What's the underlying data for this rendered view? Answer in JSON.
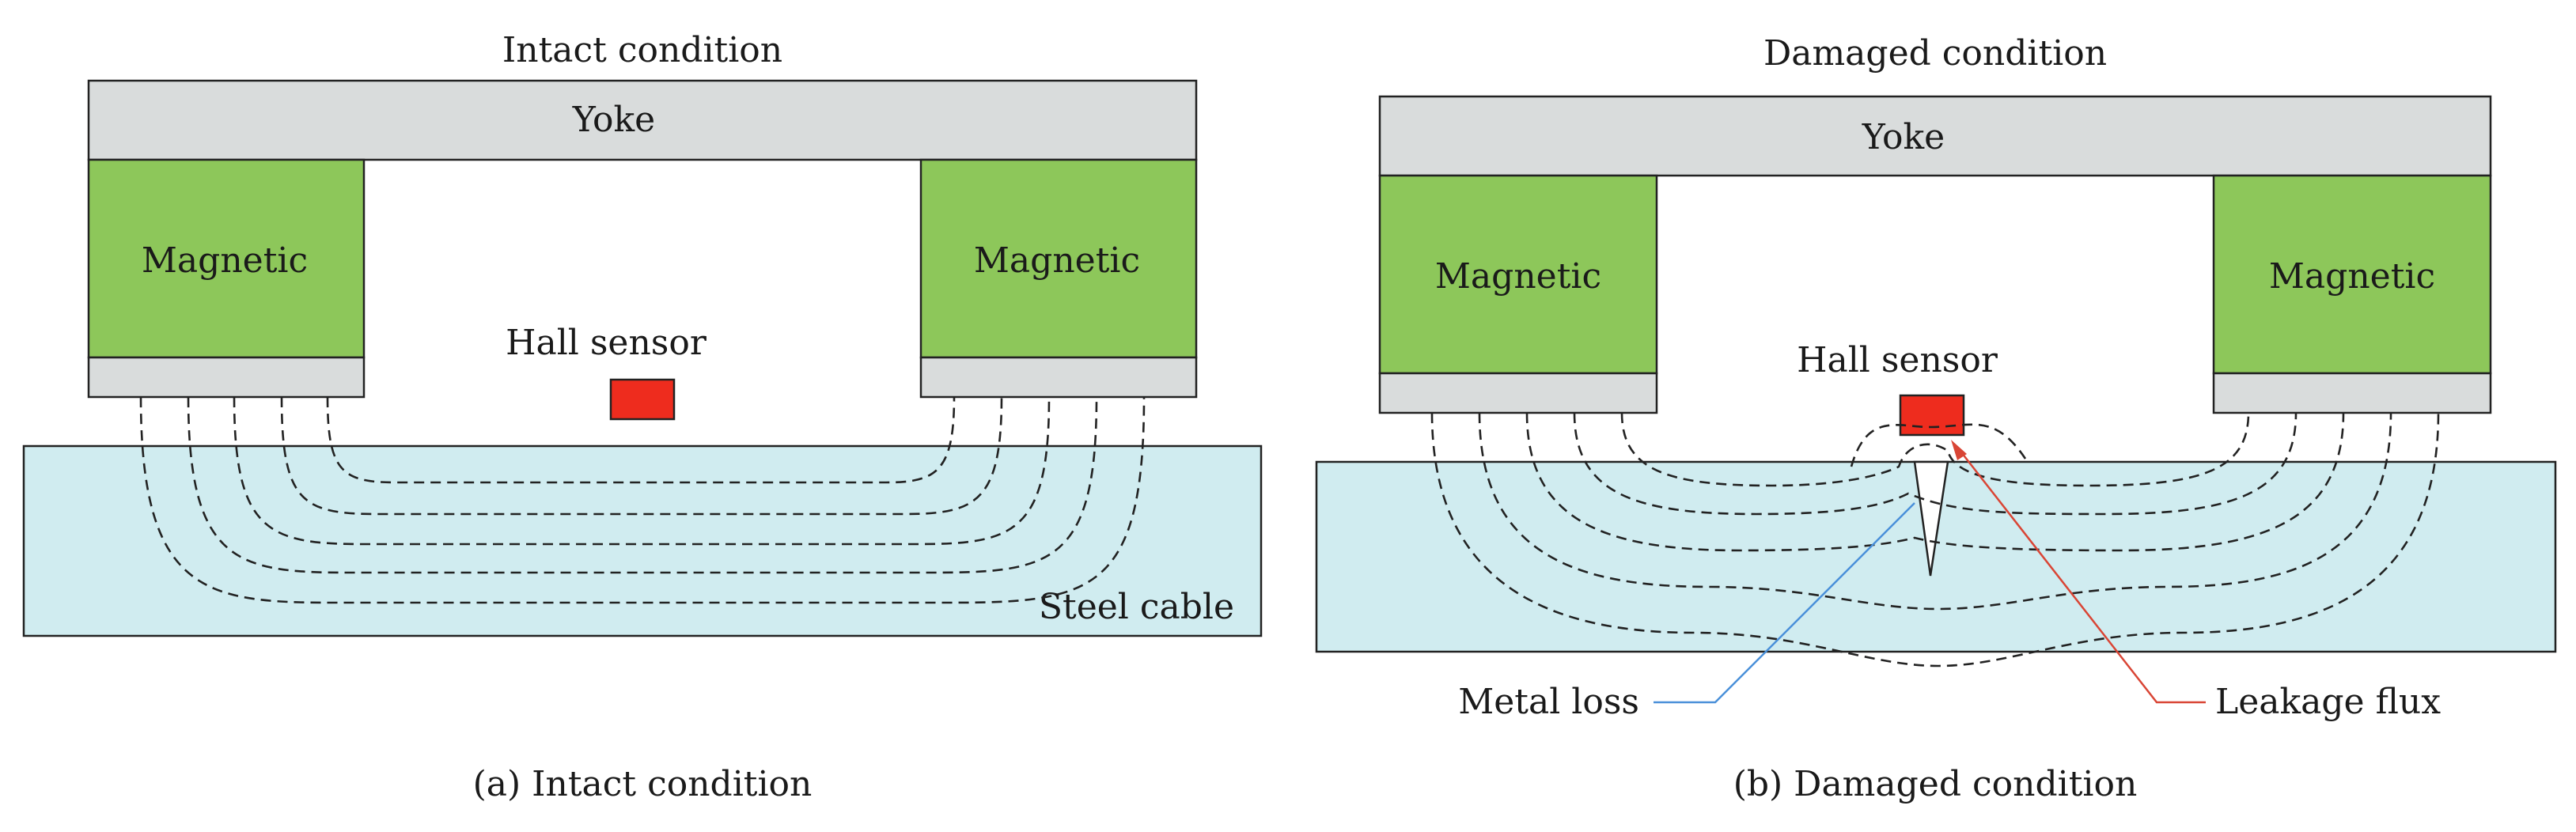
{
  "colors": {
    "yoke": "#d9dcdc",
    "magnet": "#8dc75a",
    "pole": "#d9dcdc",
    "cable": "#d0ecf0",
    "sensor": "#ee2c1e",
    "metal_loss_pointer": "#4a90d9",
    "leakage_pointer": "#d94535"
  },
  "panel_a": {
    "title": "Intact condition",
    "yoke_label": "Yoke",
    "magnet_left_label": "Magnetic",
    "magnet_right_label": "Magnetic",
    "sensor_label": "Hall sensor",
    "cable_label": "Steel cable",
    "caption": "(a)  Intact condition"
  },
  "panel_b": {
    "title": "Damaged condition",
    "yoke_label": "Yoke",
    "magnet_left_label": "Magnetic",
    "magnet_right_label": "Magnetic",
    "sensor_label": "Hall sensor",
    "metal_loss_label": "Metal loss",
    "leakage_label": "Leakage flux",
    "caption": "(b)  Damaged condition"
  }
}
